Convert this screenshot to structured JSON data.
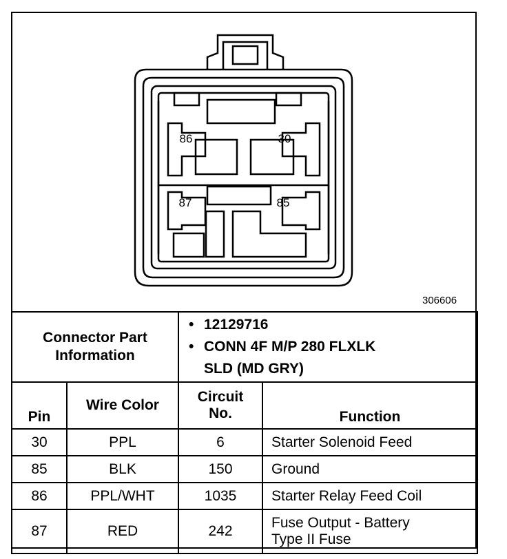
{
  "figure_id": "306606",
  "pins": {
    "p86": "86",
    "p30": "30",
    "p87": "87",
    "p85": "85"
  },
  "connector_info": {
    "label_line1": "Connector Part",
    "label_line2": "Information",
    "items": [
      "12129716",
      "CONN 4F M/P 280 FLXLK",
      "SLD (MD GRY)"
    ]
  },
  "columns": {
    "pin": "Pin",
    "wire_color": "Wire Color",
    "circuit_line1": "Circuit",
    "circuit_line2": "No.",
    "function": "Function"
  },
  "rows": [
    {
      "pin": "30",
      "color": "PPL",
      "circuit": "6",
      "function": "Starter Solenoid Feed",
      "function2": ""
    },
    {
      "pin": "85",
      "color": "BLK",
      "circuit": "150",
      "function": "Ground",
      "function2": ""
    },
    {
      "pin": "86",
      "color": "PPL/WHT",
      "circuit": "1035",
      "function": "Starter Relay Feed Coil",
      "function2": ""
    },
    {
      "pin": "87",
      "color": "RED",
      "circuit": "242",
      "function": "Fuse Output - Battery",
      "function2": "Type II Fuse"
    }
  ]
}
